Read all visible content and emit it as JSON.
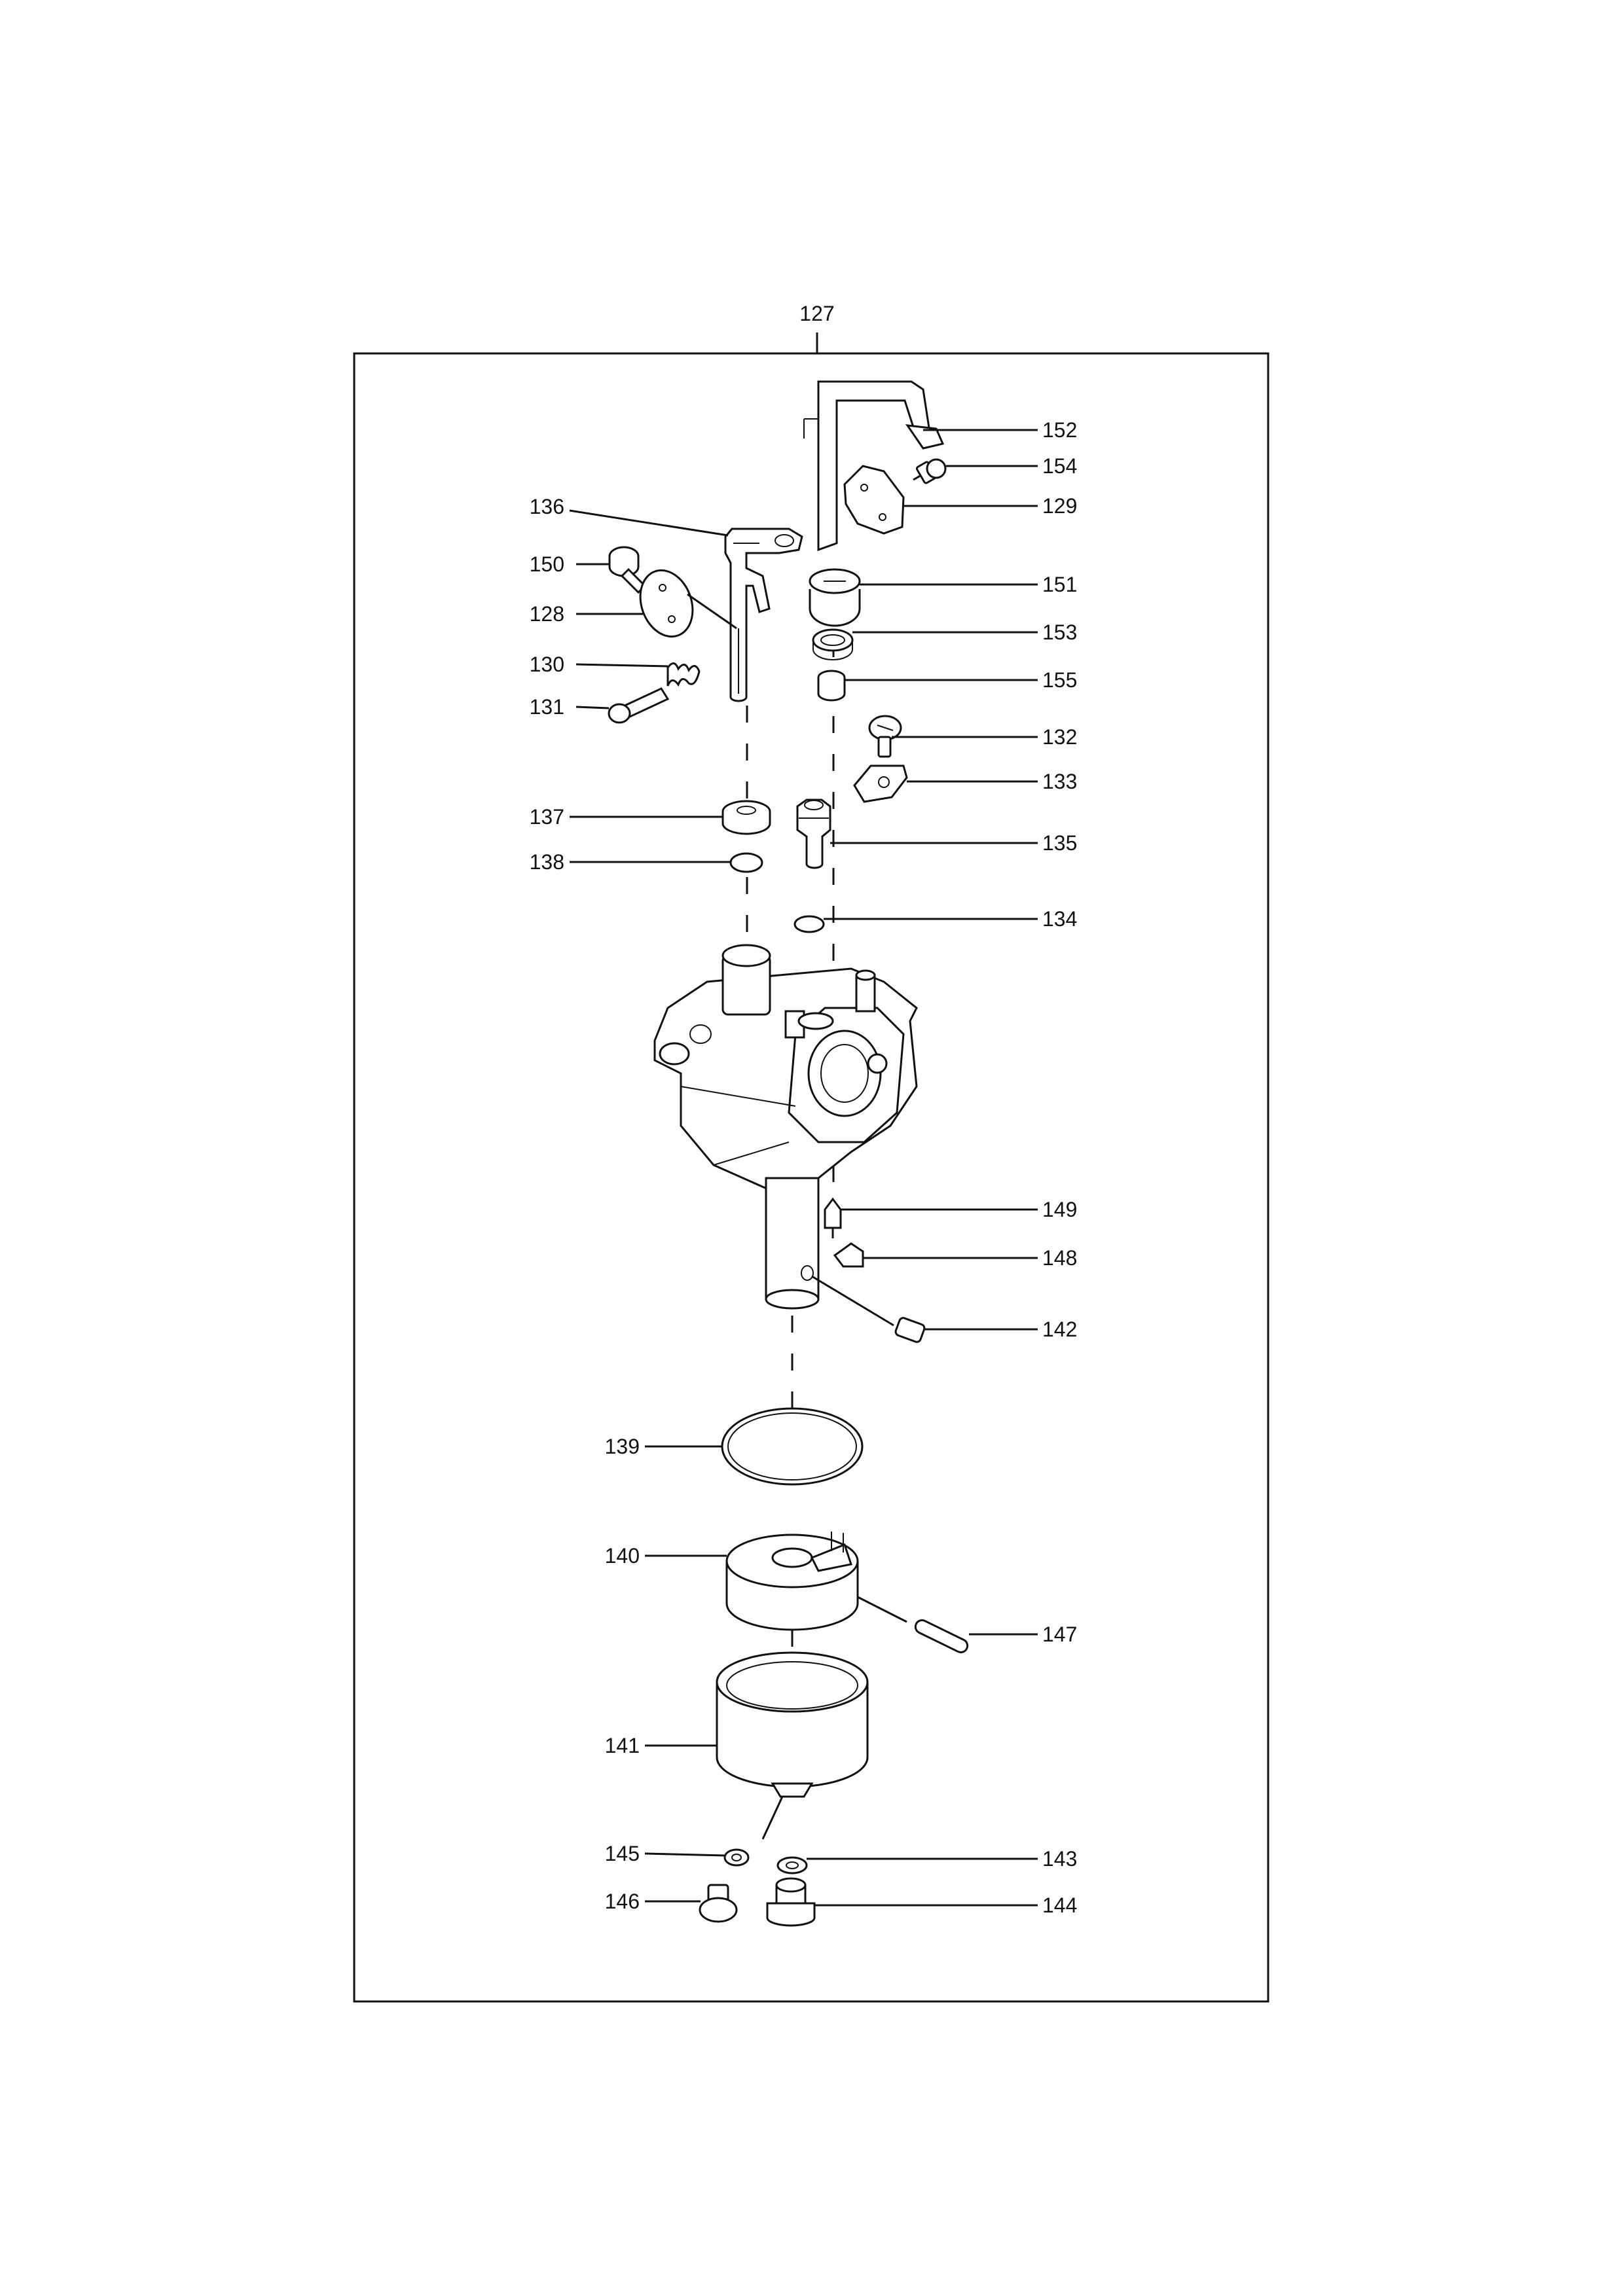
{
  "diagram": {
    "assembly_label": "127",
    "callouts": [
      {
        "id": "p152",
        "text": "152"
      },
      {
        "id": "p154",
        "text": "154"
      },
      {
        "id": "p129",
        "text": "129"
      },
      {
        "id": "p136",
        "text": "136"
      },
      {
        "id": "p150",
        "text": "150"
      },
      {
        "id": "p128",
        "text": "128"
      },
      {
        "id": "p130",
        "text": "130"
      },
      {
        "id": "p131",
        "text": "131"
      },
      {
        "id": "p151",
        "text": "151"
      },
      {
        "id": "p153",
        "text": "153"
      },
      {
        "id": "p155",
        "text": "155"
      },
      {
        "id": "p132",
        "text": "132"
      },
      {
        "id": "p133",
        "text": "133"
      },
      {
        "id": "p137",
        "text": "137"
      },
      {
        "id": "p138",
        "text": "138"
      },
      {
        "id": "p135",
        "text": "135"
      },
      {
        "id": "p134",
        "text": "134"
      },
      {
        "id": "p149",
        "text": "149"
      },
      {
        "id": "p148",
        "text": "148"
      },
      {
        "id": "p142",
        "text": "142"
      },
      {
        "id": "p139",
        "text": "139"
      },
      {
        "id": "p140",
        "text": "140"
      },
      {
        "id": "p147",
        "text": "147"
      },
      {
        "id": "p141",
        "text": "141"
      },
      {
        "id": "p145",
        "text": "145"
      },
      {
        "id": "p143",
        "text": "143"
      },
      {
        "id": "p146",
        "text": "146"
      },
      {
        "id": "p144",
        "text": "144"
      }
    ]
  }
}
